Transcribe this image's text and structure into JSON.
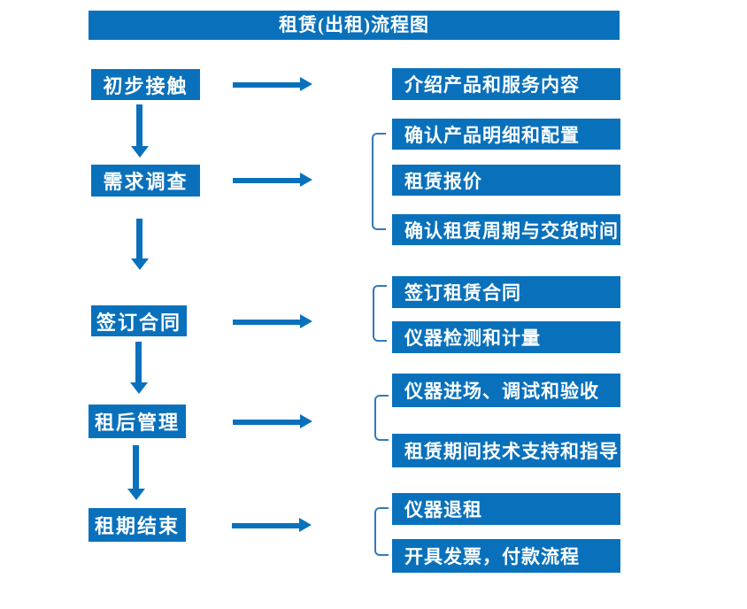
{
  "title": "租赁(出租)流程图",
  "colors": {
    "box_blue": "#0971bc",
    "bracket_blue": "#3579b8",
    "text_white": "#ffffff",
    "background": "#ffffff"
  },
  "flow": [
    {
      "step": "初步接触",
      "outputs": [
        "介绍产品和服务内容"
      ]
    },
    {
      "step": "需求调查",
      "outputs": [
        "确认产品明细和配置",
        "租赁报价",
        "确认租赁周期与交货时间"
      ]
    },
    {
      "step": "签订合同",
      "outputs": [
        "签订租赁合同",
        "仪器检测和计量"
      ]
    },
    {
      "step": "租后管理",
      "outputs": [
        "仪器进场、调试和验收",
        "租赁期间技术支持和指导"
      ]
    },
    {
      "step": "租期结束",
      "outputs": [
        "仪器退租",
        "开具发票，付款流程"
      ]
    }
  ]
}
